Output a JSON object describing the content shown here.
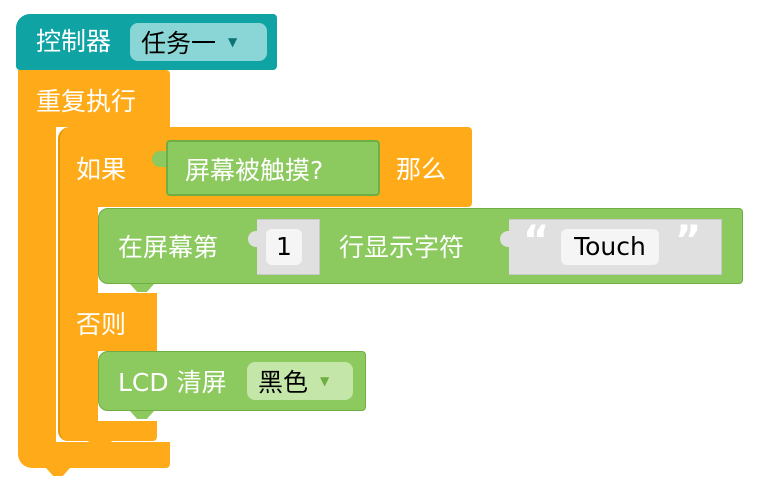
{
  "controller": {
    "label": "控制器",
    "task_value": "任务一",
    "dropdown_arrow": "▼"
  },
  "loop": {
    "label": "重复执行"
  },
  "if_block": {
    "if_label": "如果",
    "condition_label": "屏幕被触摸?",
    "then_label": "那么",
    "else_label": "否则"
  },
  "display_block": {
    "prefix_label": "在屏幕第",
    "row_value": "1",
    "middle_label": "行显示字符",
    "quote_open": "“",
    "text_value": "Touch",
    "quote_close": "”"
  },
  "clear_block": {
    "label": "LCD 清屏",
    "color_value": "黑色",
    "dropdown_arrow": "▼"
  },
  "colors": {
    "controller": "#0fa3a3",
    "controller_dark": "#0b8585",
    "controller_field": "#8ad6d6",
    "control": "#ffab19",
    "control_dark": "#e69400",
    "green": "#8cc95e",
    "green_dark": "#6fae42",
    "slot": "#e0e0e0",
    "green_field": "#c5e6a9"
  }
}
